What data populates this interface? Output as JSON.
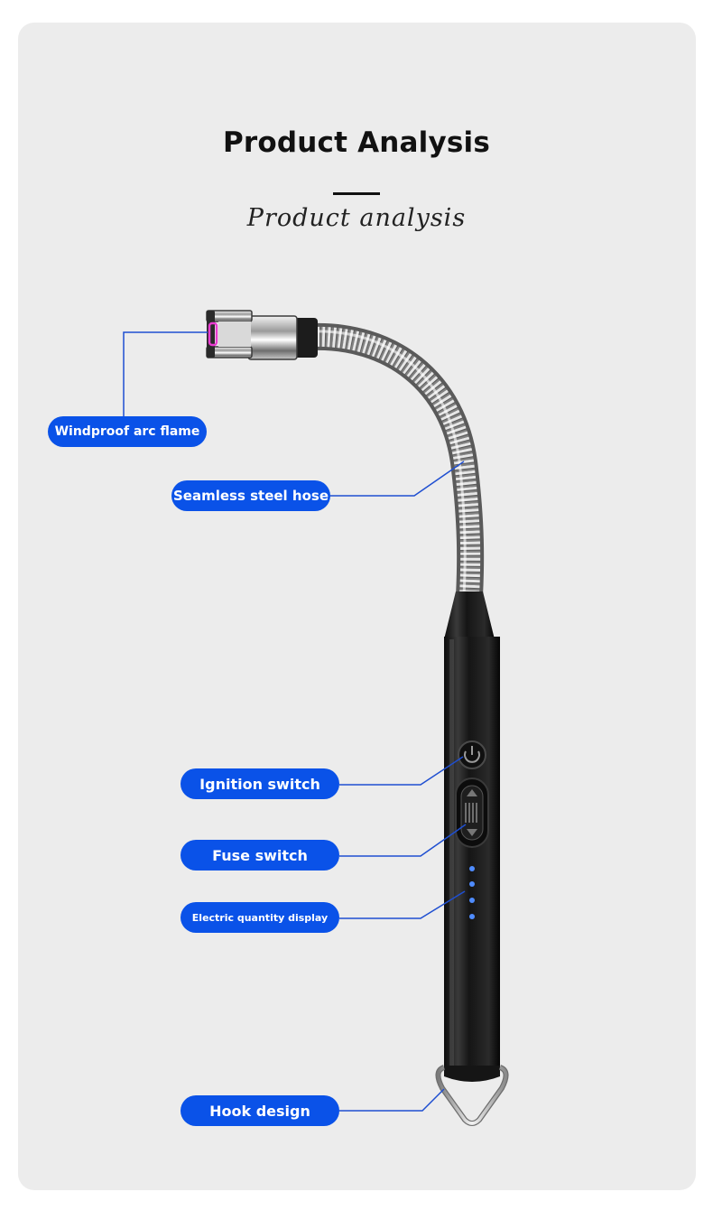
{
  "header": {
    "title": "Product Analysis",
    "subtitle": "Product analysis"
  },
  "features": {
    "windproof": "Windproof arc flame",
    "hose": "Seamless steel hose",
    "ignition": "Ignition switch",
    "fuse": "Fuse switch",
    "electric": "Electric quantity display",
    "hook": "Hook design"
  },
  "colors": {
    "accent": "#0a52e8",
    "leader": "#1f4fd1",
    "background": "#ececec",
    "arc": "#e83cd0"
  }
}
